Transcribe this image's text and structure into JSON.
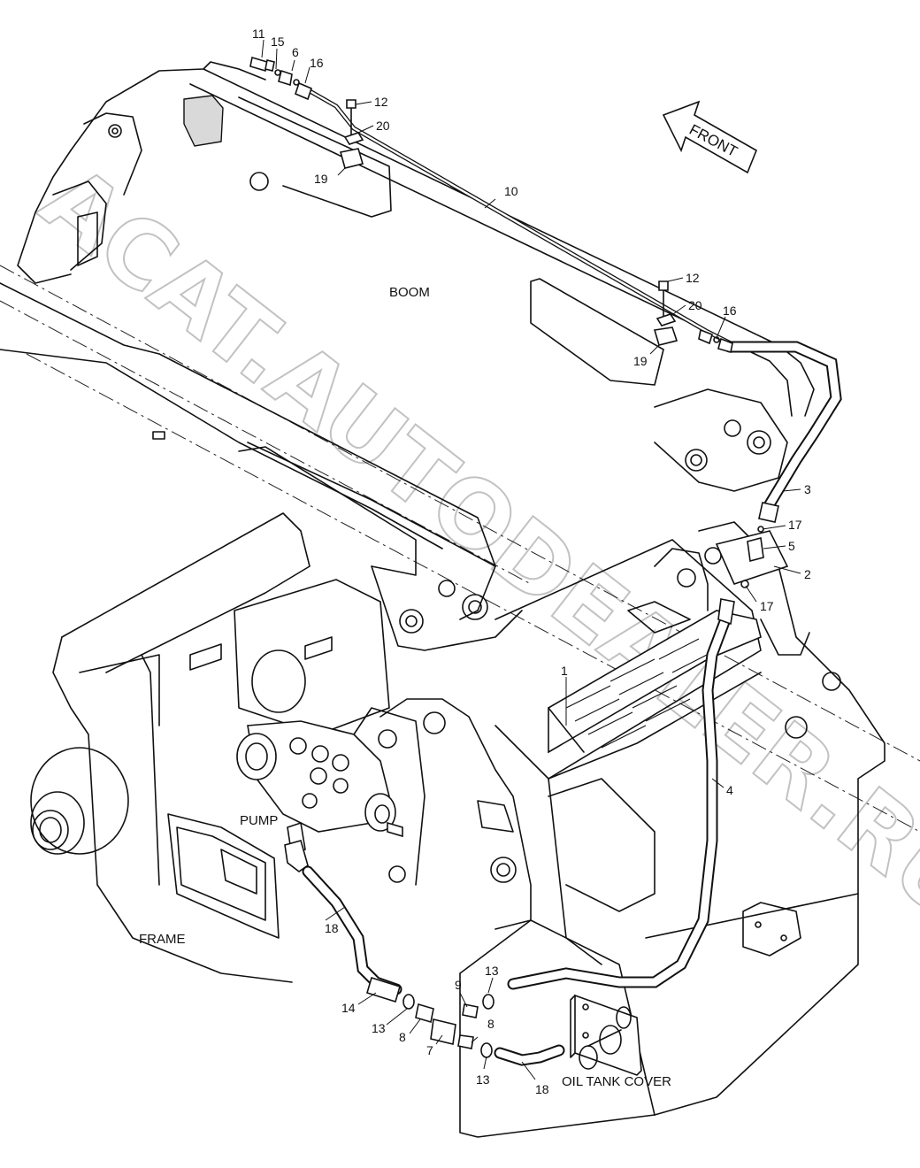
{
  "labels": {
    "boom": "BOOM",
    "pump": "PUMP",
    "frame": "FRAME",
    "oil_tank_cover": "OIL TANK COVER",
    "front": "FRONT"
  },
  "watermark": "ACAT.AUTODEALER.RU",
  "callouts": {
    "c11": "11",
    "c15": "15",
    "c6": "6",
    "c16a": "16",
    "c12a": "12",
    "c20a": "20",
    "c19a": "19",
    "c10": "10",
    "c12b": "12",
    "c20b": "20",
    "c16b": "16",
    "c19b": "19",
    "c3": "3",
    "c17a": "17",
    "c5": "5",
    "c2": "2",
    "c17b": "17",
    "c1": "1",
    "c4": "4",
    "c18a": "18",
    "c14": "14",
    "c13a": "13",
    "c8a": "8",
    "c9": "9",
    "c13b": "13",
    "c8b": "8",
    "c7": "7",
    "c13c": "13",
    "c18b": "18"
  }
}
